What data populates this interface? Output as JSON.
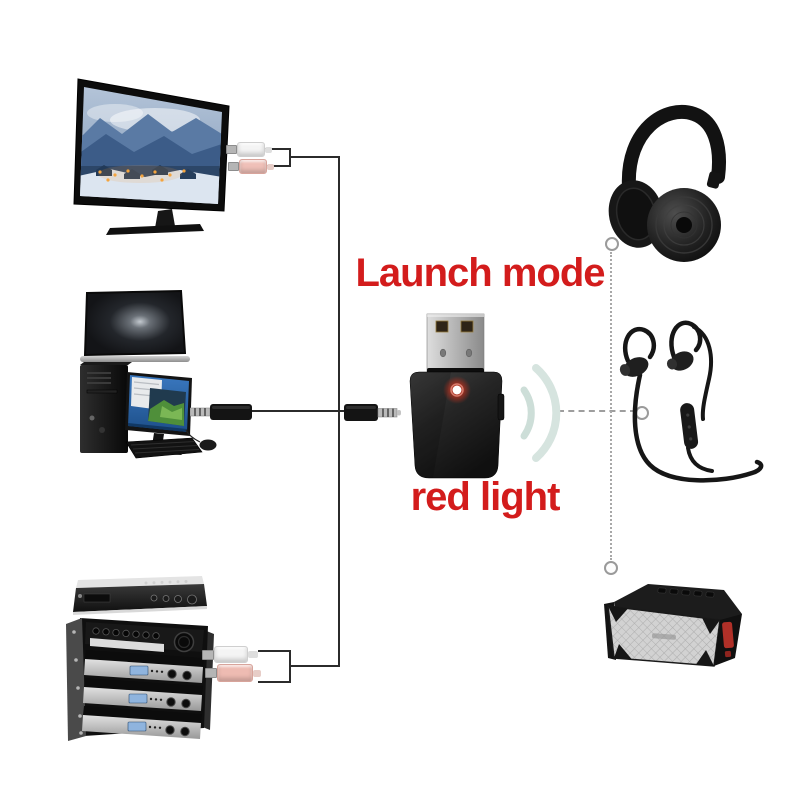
{
  "labels": {
    "mode_label": "Launch mode",
    "light_label": "red light"
  },
  "colors": {
    "label_red": "#d31c1c",
    "led_red": "#ff3018",
    "wire_dark": "#2b2b2b",
    "wireless_gray": "#9e9e9e",
    "wave_mint": "#d6e4df",
    "rca_white": "#f4f4f4",
    "rca_red": "#efc0b8",
    "speaker_accent": "#b03028"
  },
  "adapter": {
    "name": "usb-bluetooth-audio-adapter",
    "led": "red",
    "aux_input": "3.5mm-jack"
  },
  "wired_sources": [
    {
      "name": "television",
      "cable": "rca-white-red"
    },
    {
      "name": "laptop-and-desktop-pc",
      "cable": "3.5mm-aux"
    },
    {
      "name": "dvd-player-and-amplifier-rack",
      "cable": "rca-white-red"
    }
  ],
  "wireless_receivers": [
    {
      "name": "over-ear-headphones"
    },
    {
      "name": "sport-earbuds"
    },
    {
      "name": "portable-speaker"
    }
  ]
}
